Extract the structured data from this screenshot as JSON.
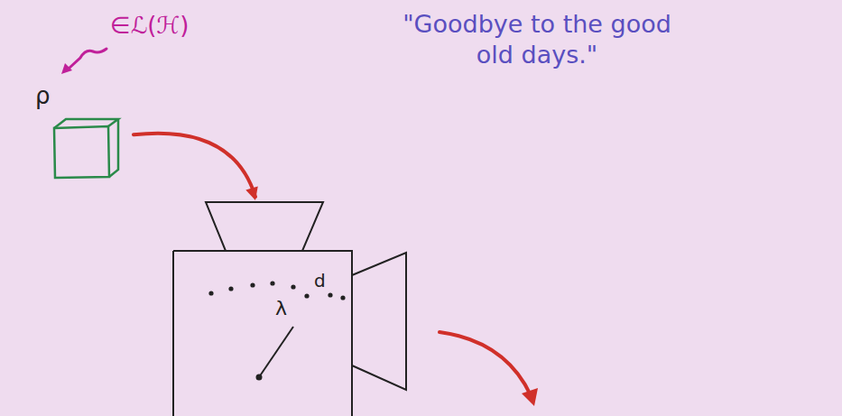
{
  "diagram": {
    "nodes": [
      {
        "text": [
          "ρ"
        ]
      },
      {
        "text": [
          "d",
          "λ"
        ]
      }
    ],
    "edges": [
      {
        "from": 0,
        "to": 1,
        "arrow": "to"
      }
    ],
    "labels": [
      "∈ℒ(ℋ)",
      "\"Goodbye to the good old days.\""
    ]
  }
}
